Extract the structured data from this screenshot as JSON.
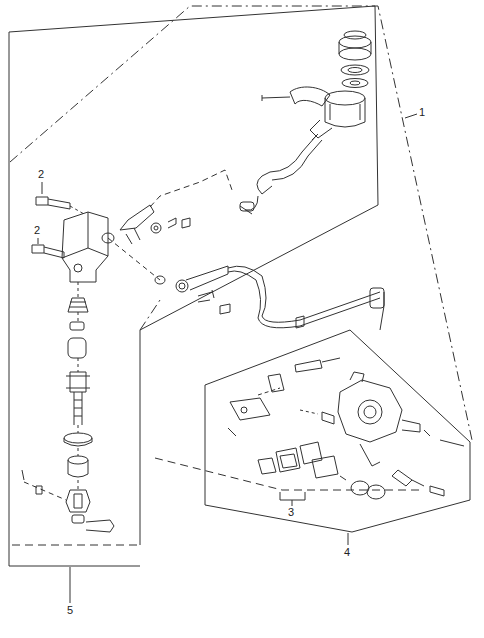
{
  "diagram": {
    "labels": [
      "1",
      "2",
      "2",
      "3",
      "4",
      "5"
    ]
  }
}
